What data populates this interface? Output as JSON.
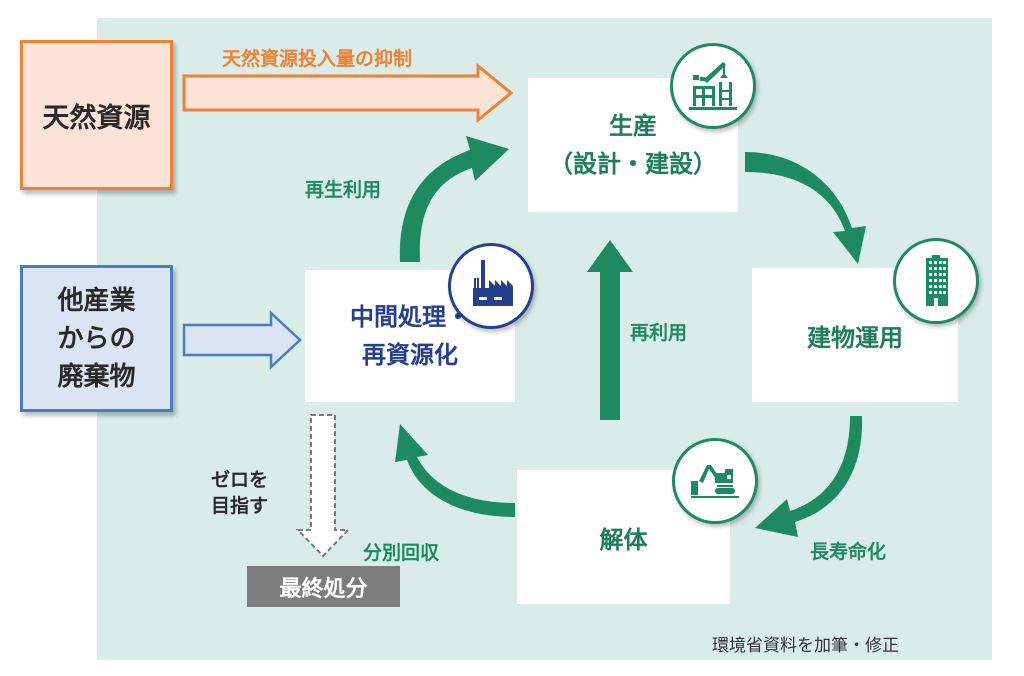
{
  "sources": {
    "natural_resources": "天然資源",
    "other_industry_waste": [
      "他産業",
      "からの",
      "廃棄物"
    ]
  },
  "arrows": {
    "natural_input_label": "天然資源投入量の抑制"
  },
  "nodes": {
    "production": [
      "生産",
      "（設計・建設）"
    ],
    "intermediate": [
      "中間処理・",
      "再資源化"
    ],
    "operation": "建物運用",
    "demolition": "解体"
  },
  "cycle_labels": {
    "recycled_use": "再生利用",
    "reuse": "再利用",
    "longevity": "長寿命化",
    "sorted_collection": "分別回収"
  },
  "disposal": {
    "aim_label": [
      "ゼロを",
      "目指す"
    ],
    "final_disposal": "最終処分"
  },
  "credit": "環境省資料を加筆・修正",
  "icons": {
    "production": "construction-crane-icon",
    "intermediate": "factory-icon",
    "operation": "office-building-icon",
    "demolition": "excavator-icon"
  },
  "colors": {
    "panel_bg": "#d9ece8",
    "cycle_green": "#1e8a62",
    "natural_orange": "#ef8136",
    "natural_fill": "#fbe3d8",
    "industry_blue": "#4a7cc0",
    "industry_fill": "#dbe4f3",
    "intermediate_navy": "#24408f",
    "final_gray": "#7d7d7d"
  }
}
